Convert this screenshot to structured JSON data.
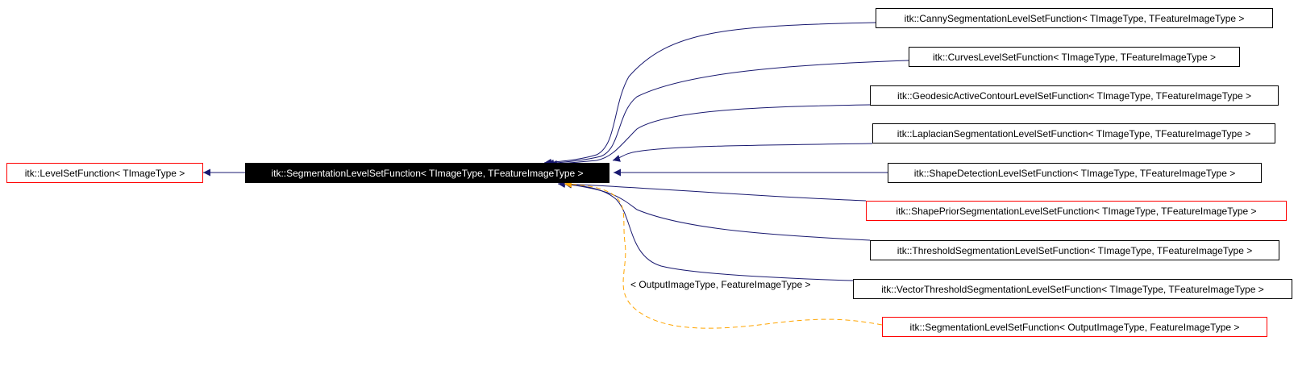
{
  "colors": {
    "inheritance_edge": "#191970",
    "template_edge": "#ffa500",
    "documented_border": "#000000",
    "undocumented_border": "#ff0000",
    "focus_fill": "#000000"
  },
  "nodes": {
    "level_set_function": "itk::LevelSetFunction< TImageType >",
    "segmentation_level_set_function": "itk::SegmentationLevelSetFunction< TImageType, TFeatureImageType >",
    "canny": "itk::CannySegmentationLevelSetFunction< TImageType, TFeatureImageType >",
    "curves": "itk::CurvesLevelSetFunction< TImageType, TFeatureImageType >",
    "geodesic": "itk::GeodesicActiveContourLevelSetFunction< TImageType, TFeatureImageType >",
    "laplacian": "itk::LaplacianSegmentationLevelSetFunction< TImageType, TFeatureImageType >",
    "shape_detection": "itk::ShapeDetectionLevelSetFunction< TImageType, TFeatureImageType >",
    "shape_prior": "itk::ShapePriorSegmentationLevelSetFunction< TImageType, TFeatureImageType >",
    "threshold": "itk::ThresholdSegmentationLevelSetFunction< TImageType, TFeatureImageType >",
    "vector_threshold": "itk::VectorThresholdSegmentationLevelSetFunction< TImageType, TFeatureImageType >",
    "instantiation": "itk::SegmentationLevelSetFunction< OutputImageType, FeatureImageType >"
  },
  "edge_labels": {
    "template_args": "< OutputImageType, FeatureImageType >"
  }
}
